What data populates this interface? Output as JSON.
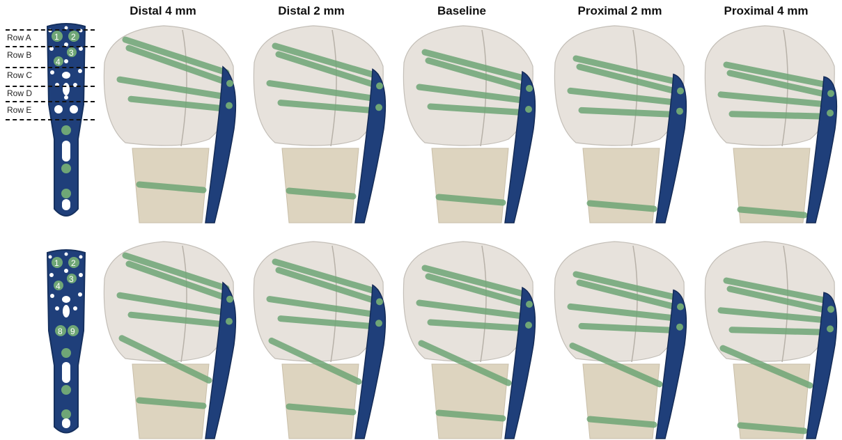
{
  "column_titles": [
    "Distal 4 mm",
    "Distal 2 mm",
    "Baseline",
    "Proximal 2 mm",
    "Proximal 4 mm"
  ],
  "row_labels": [
    "Row A",
    "Row B",
    "Row C",
    "Row D",
    "Row E"
  ],
  "plate_top": {
    "screw_numbers": [
      "1",
      "2",
      "3",
      "4"
    ]
  },
  "plate_bottom": {
    "screw_numbers": [
      "1",
      "2",
      "3",
      "4",
      "8",
      "9"
    ]
  },
  "colors": {
    "plate": "#1f3f7a",
    "screw": "#6fa676",
    "bone_head": "#e3ded6",
    "bone_shaft": "#d8cdb4"
  }
}
